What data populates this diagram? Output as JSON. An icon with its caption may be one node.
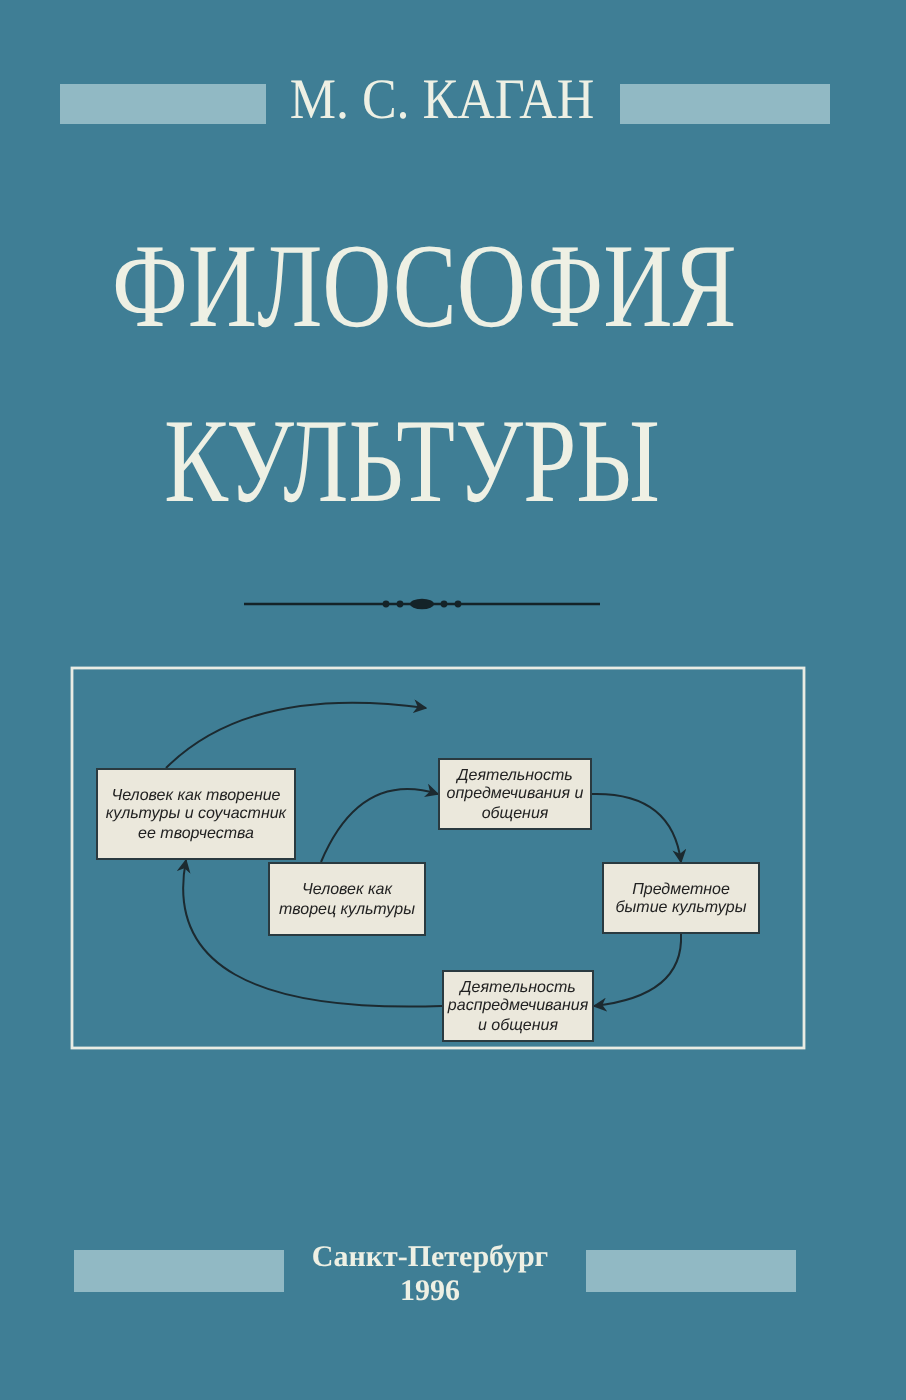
{
  "diagram": {
    "title": "ФИЛОСОФИЯ КУЛЬТУРЫ",
    "nodes": [
      {
        "text": [
          "Человек как творение культуры и соучастник ее творчества"
        ]
      },
      {
        "text": [
          "Деятельность опредмечивания и общения"
        ]
      },
      {
        "text": [
          "Человек как творец культуры"
        ]
      },
      {
        "text": [
          "Предметное бытие культуры"
        ]
      },
      {
        "text": [
          "Деятельность распредмечивания и общения"
        ]
      }
    ],
    "edges": [
      {
        "from": 2,
        "to": 1,
        "arrow": "to"
      },
      {
        "from": 1,
        "to": 3,
        "arrow": "to"
      },
      {
        "from": 3,
        "to": 4,
        "arrow": "to"
      },
      {
        "from": 4,
        "to": 0,
        "arrow": "to"
      },
      {
        "from": 0,
        "to": null,
        "arrow": "to"
      }
    ],
    "labels": [
      "М. С. КАГАН",
      "Санкт-Петербург",
      "1996"
    ]
  }
}
